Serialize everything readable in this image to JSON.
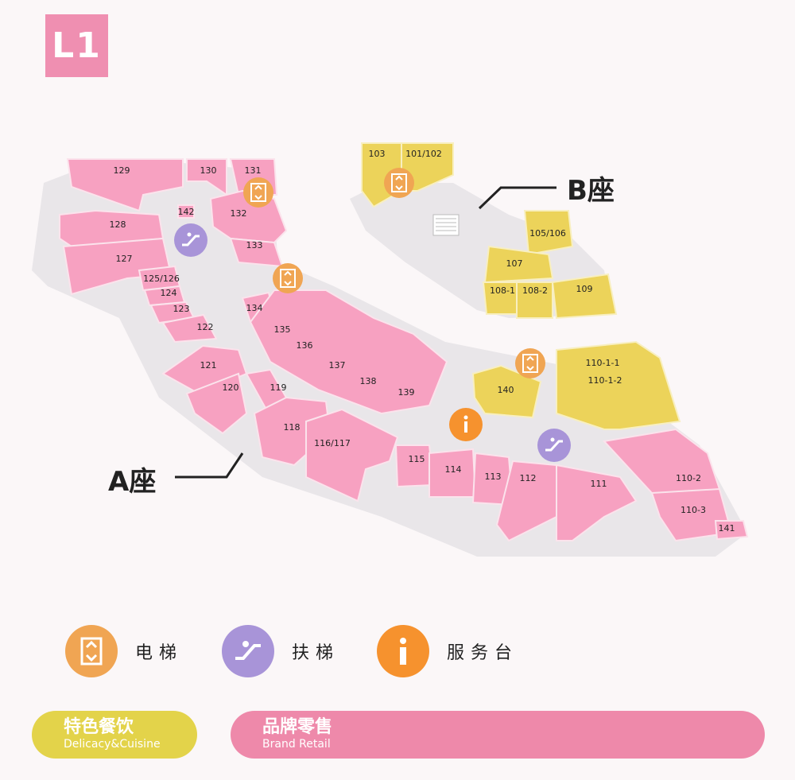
{
  "floor": "L1",
  "blocks": {
    "a": "A座",
    "b": "B座"
  },
  "units": [
    "129",
    "130",
    "131",
    "142",
    "132",
    "133",
    "128",
    "127",
    "125/126",
    "124",
    "123",
    "122",
    "134",
    "135",
    "136",
    "137",
    "138",
    "139",
    "121",
    "120",
    "119",
    "118",
    "116/117",
    "115",
    "114",
    "113",
    "112",
    "111",
    "110-2",
    "110-3",
    "141",
    "103",
    "101/102",
    "105/106",
    "107",
    "108-1",
    "108-2",
    "109",
    "140",
    "110-1-1",
    "110-1-2"
  ],
  "legend": [
    {
      "icon": "elevator-icon",
      "label": "电梯",
      "color": "#f0a553"
    },
    {
      "icon": "escalator-icon",
      "label": "扶梯",
      "color": "#a894d8"
    },
    {
      "icon": "info-icon",
      "label": "服务台",
      "color": "#f6922e"
    }
  ],
  "categories": [
    {
      "zh": "特色餐饮",
      "en": "Delicacy&Cuisine",
      "color": "#e3d34a"
    },
    {
      "zh": "品牌零售",
      "en": "Brand Retail",
      "color": "#ee89aa"
    }
  ],
  "colors": {
    "retail": "#f7a1c1",
    "dining": "#ecd35a",
    "floor": "#e9e6e9"
  }
}
